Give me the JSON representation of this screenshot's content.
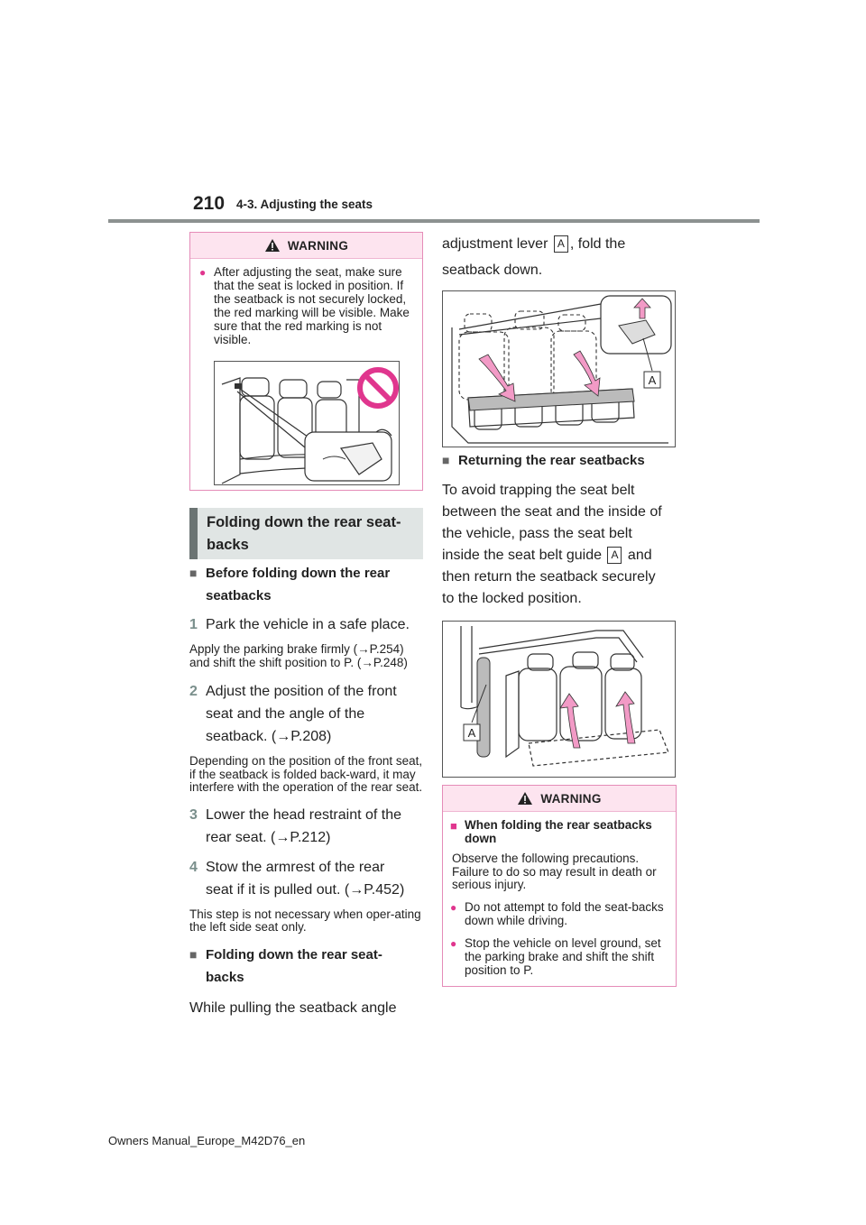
{
  "header": {
    "page_number": "210",
    "section": "4-3. Adjusting the seats"
  },
  "warning1": {
    "title": "WARNING",
    "bullets": [
      "After adjusting the seat, make sure that the seat is locked in position. If the seatback is not securely locked, the red marking will be visible. Make sure that the red marking is not visible."
    ]
  },
  "left": {
    "banner_line1": "Folding down the rear seat-",
    "banner_line2": "backs",
    "sub1_line1": "Before folding down the rear",
    "sub1_line2": "seatbacks",
    "step1_num": "1",
    "step1": "Park the vehicle in a safe place.",
    "step1_note": "Apply the parking brake firmly (→P.254) and shift the shift position to P. (→P.248)",
    "step2_num": "2",
    "step2_line1": "Adjust the position of the front",
    "step2_line2": "seat and the angle of the",
    "step2_line3": "seatback. (→P.208)",
    "step2_note": "Depending on the position of the front seat, if the seatback is folded back-ward, it may interfere with the operation of the rear seat.",
    "step3_num": "3",
    "step3_line1": "Lower the head restraint of the",
    "step3_line2": "rear seat. (→P.212)",
    "step4_num": "4",
    "step4_line1": "Stow the armrest of the rear",
    "step4_line2": "seat if it is pulled out. (→P.452)",
    "step4_note": "This step is not necessary when oper-ating the left side seat only.",
    "sub2_line1": "Folding down the rear seat-",
    "sub2_line2": "backs",
    "para_line1": "While pulling the seatback angle"
  },
  "right": {
    "para_line1_a": "adjustment lever",
    "para_line1_b": ", fold the",
    "para_line2": "seatback down.",
    "label_a": "A",
    "sub3": "Returning the rear seatbacks",
    "p1": "To avoid trapping the seat belt",
    "p2": "between the seat and the inside of",
    "p3": "the vehicle, pass the seat belt",
    "p4_a": "inside the seat belt guide",
    "p4_b": "and",
    "p5": "then return the seatback securely",
    "p6": "to the locked position."
  },
  "warning2": {
    "title": "WARNING",
    "sub_line1": "When folding the rear seatbacks",
    "sub_line2": "down",
    "text": "Observe the following precautions. Failure to do so may result in death or serious injury.",
    "bullets": [
      "Do not attempt to fold the seat-backs down while driving.",
      "Stop the vehicle on level ground, set the parking brake and shift the shift position to P."
    ]
  },
  "footer": "Owners Manual_Europe_M42D76_en",
  "colors": {
    "accent_pink": "#e0368e",
    "warning_bg": "#fde4ef",
    "banner_bg": "#e0e5e4",
    "rule": "#8c9190"
  }
}
